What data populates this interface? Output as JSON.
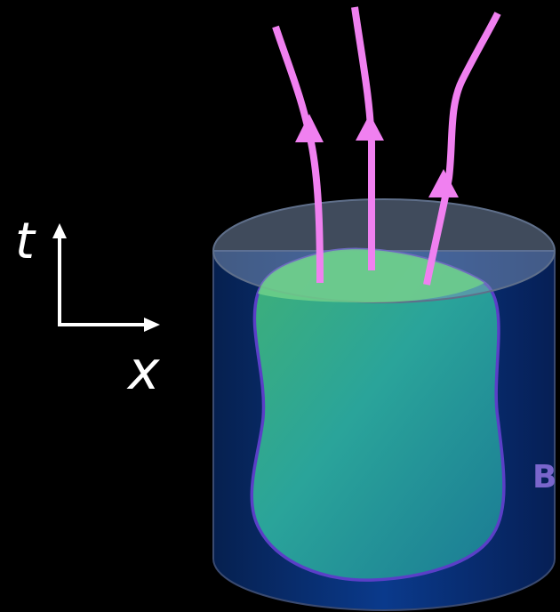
{
  "axes": {
    "vertical_label": "t",
    "horizontal_label": "x",
    "color": "#ffffff"
  },
  "boundary": {
    "label": "B",
    "label_color": "#7a66cc"
  },
  "colors": {
    "background": "#000000",
    "cylinder_body": "#0a2f7a",
    "cylinder_top": "#5b6f8f",
    "blob_fill_light": "#5fcc88",
    "blob_fill_dark": "#1f8a9a",
    "blob_outline": "#5a3fc7",
    "arrows": "#f080f0"
  },
  "icons": {
    "worldlines": "upward-arrow-curves",
    "axes": "corner-axes-arrows"
  }
}
